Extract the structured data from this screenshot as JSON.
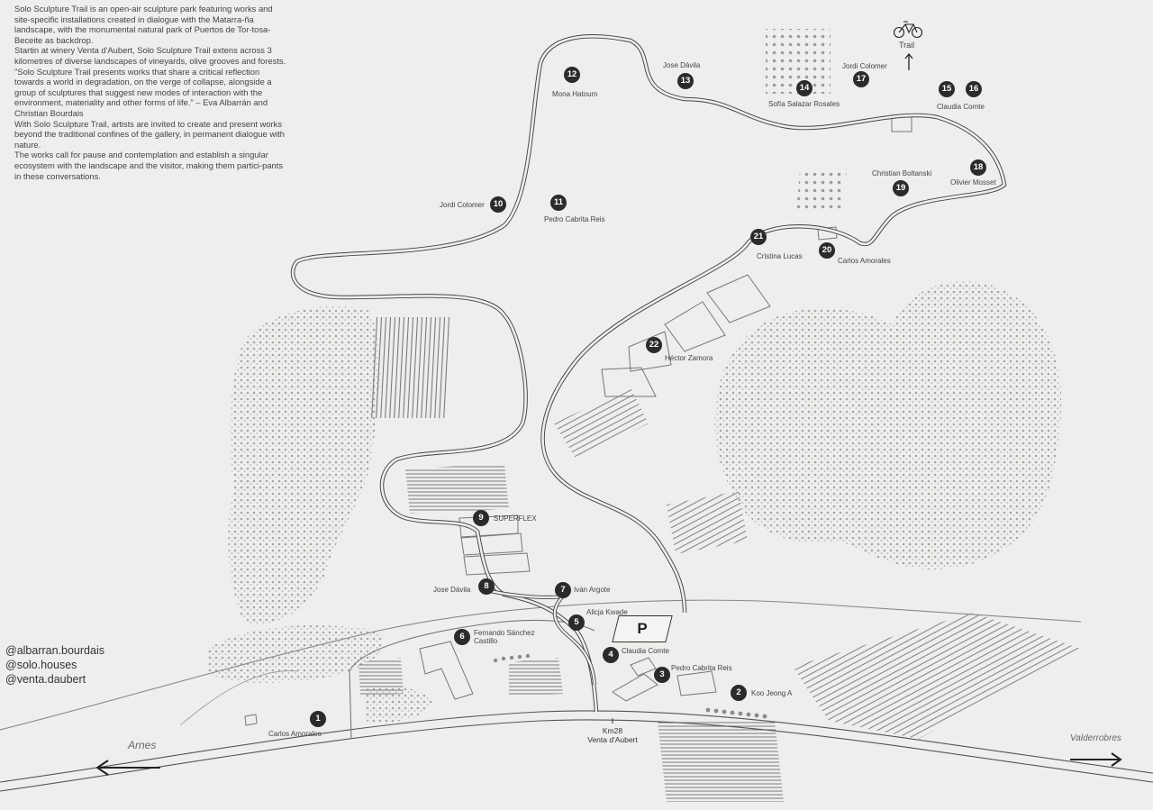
{
  "intro": {
    "p1": "Solo Sculpture Trail is an open-air sculpture park featuring works and site-specific installations created in dialogue with the Matarra-ña landscape, with the monumental natural park of Puertos de Tor-tosa-Beceite as backdrop.",
    "p2": "Startin at winery Venta d'Aubert, Solo Sculpture Trail extens across 3 kilometres of diverse landscapes of vineyards, olive grooves and forests.",
    "p3": "\"Solo Sculpture Trail presents works that share a critical reflection towards a world in degradation, on the verge of collapse, alongside a group of sculptures that suggest new modes of interaction with the environment, materiality and other forms of life.\" – Eva Albarrán and Christian Bourdais",
    "p4": "With Solo Sculpture Trail, artists are invited to create and present works beyond the traditional confines of the gallery, in permanent dialogue with nature.",
    "p5": "The works call for pause and contemplation and establish a singular ecosystem with the landscape and the visitor, making them partici-pants in these conversations."
  },
  "handles": [
    "@albarran.bourdais",
    "@solo.houses",
    "@venta.daubert"
  ],
  "places": {
    "west": "Arnes",
    "east": "Valderrobres",
    "km": "Km28",
    "km_place": "Venta d'Aubert",
    "parking": "P",
    "trail": "Trail"
  },
  "stops": [
    {
      "num": "1",
      "artist": "Carlos Amorales"
    },
    {
      "num": "2",
      "artist": "Koo Jeong A"
    },
    {
      "num": "3",
      "artist": "Pedro Cabrita Reis"
    },
    {
      "num": "4",
      "artist": "Claudia Comte"
    },
    {
      "num": "5",
      "artist": "Alicja Kwade"
    },
    {
      "num": "6",
      "artist": "Fernando Sánchez Castillo"
    },
    {
      "num": "7",
      "artist": "Iván Argote"
    },
    {
      "num": "8",
      "artist": "Jose Dávila"
    },
    {
      "num": "9",
      "artist": "SUPERFLEX"
    },
    {
      "num": "10",
      "artist": "Jordi Colomer"
    },
    {
      "num": "11",
      "artist": "Pedro Cabrita Reis"
    },
    {
      "num": "12",
      "artist": "Mona Hatoum"
    },
    {
      "num": "13",
      "artist": "Jose Dávila"
    },
    {
      "num": "14",
      "artist": "Sofía Salazar Rosales"
    },
    {
      "num": "15",
      "artist": ""
    },
    {
      "num": "16",
      "artist": "Claudia Comte"
    },
    {
      "num": "17",
      "artist": "Jordi Colomer"
    },
    {
      "num": "18",
      "artist": "Olivier Mosset"
    },
    {
      "num": "19",
      "artist": "Christian Boltanski"
    },
    {
      "num": "20",
      "artist": "Carlos Amorales"
    },
    {
      "num": "21",
      "artist": "Cristina Lucas"
    },
    {
      "num": "22",
      "artist": "Héctor Zamora"
    }
  ],
  "colors": {
    "paper": "#eeeeec",
    "marker": "#2b2b2b",
    "vegetation": "#9a9a98",
    "road": "#555555"
  }
}
